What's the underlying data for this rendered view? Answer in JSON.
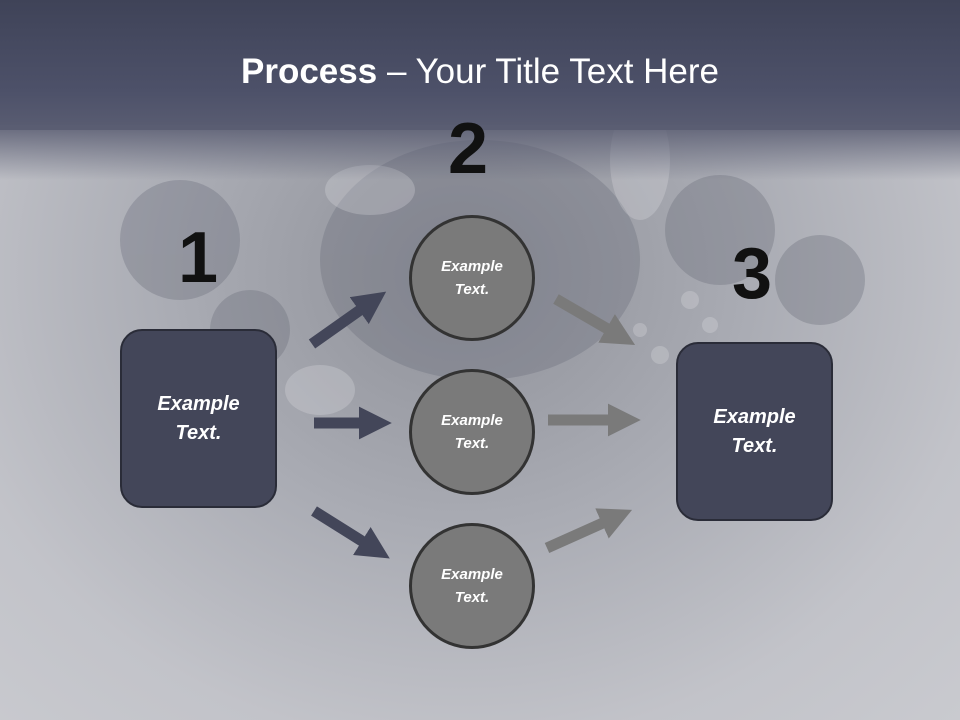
{
  "title": {
    "bold": "Process",
    "rest": " – Your Title Text Here"
  },
  "numbers": {
    "n1": "1",
    "n2": "2",
    "n3": "3"
  },
  "left_box": {
    "line1": "Example",
    "line2": "Text."
  },
  "circles": [
    {
      "line1": "Example",
      "line2": "Text."
    },
    {
      "line1": "Example",
      "line2": "Text."
    },
    {
      "line1": "Example",
      "line2": "Text."
    }
  ],
  "right_box": {
    "line1": "Example",
    "line2": "Text."
  },
  "colors": {
    "header": "#4a4e66",
    "box_fill": "#434659",
    "circle_fill": "#7a7a7a",
    "arrow_left": "#434659",
    "arrow_right": "#7a7a7a"
  }
}
